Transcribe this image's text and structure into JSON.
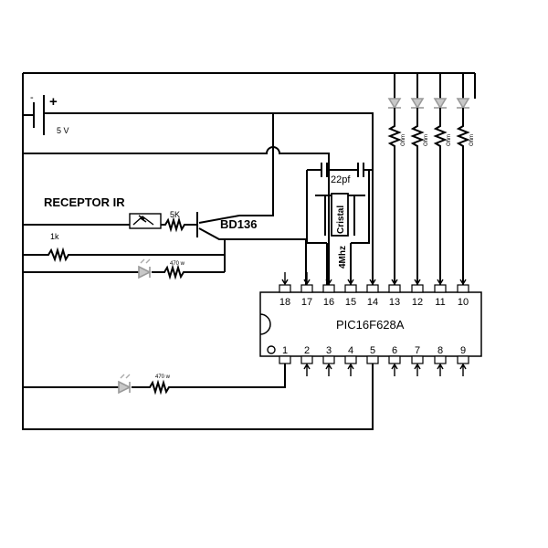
{
  "labels": {
    "battery_voltage": "5 V",
    "receiver": "RECEPTOR IR",
    "transistor": "BD136",
    "resistor_base": "5K",
    "resistor_1k": "1k",
    "resistor_led1": "470 w",
    "resistor_led2": "470 w",
    "capacitor": "22pf",
    "crystal": "Cristal",
    "crystal_freq": "4Mhz",
    "led_resistor": "Ohm",
    "plus": "+",
    "minus": "-"
  },
  "chip": {
    "name": "PIC16F628A",
    "top_pins": [
      "18",
      "17",
      "16",
      "15",
      "14",
      "13",
      "12",
      "11",
      "10"
    ],
    "bottom_pins": [
      "1",
      "2",
      "3",
      "4",
      "5",
      "6",
      "7",
      "8",
      "9"
    ]
  }
}
